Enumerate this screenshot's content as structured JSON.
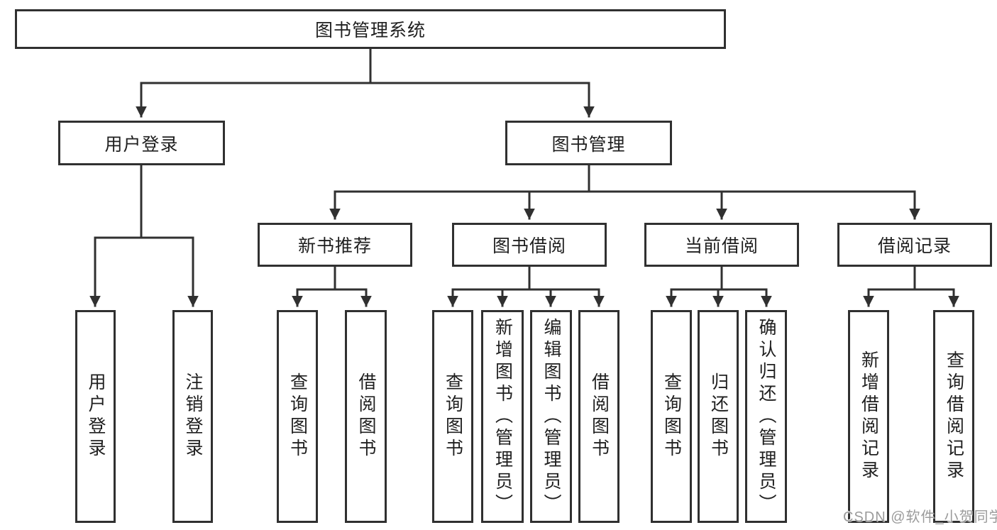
{
  "diagram": {
    "root": {
      "label": "图书管理系统"
    },
    "branches": [
      {
        "label": "用户登录",
        "children": [
          {
            "label": "用户登录"
          },
          {
            "label": "注销登录"
          }
        ]
      },
      {
        "label": "图书管理",
        "children": [
          {
            "label": "新书推荐",
            "children": [
              {
                "label": "查询图书"
              },
              {
                "label": "借阅图书"
              }
            ]
          },
          {
            "label": "图书借阅",
            "children": [
              {
                "label": "查询图书"
              },
              {
                "label": "新增图书（管理员）"
              },
              {
                "label": "编辑图书（管理员）"
              },
              {
                "label": "借阅图书"
              }
            ]
          },
          {
            "label": "当前借阅",
            "children": [
              {
                "label": "查询图书"
              },
              {
                "label": "归还图书"
              },
              {
                "label": "确认归还（管理员）"
              }
            ]
          },
          {
            "label": "借阅记录",
            "children": [
              {
                "label": "新增借阅记录"
              },
              {
                "label": "查询借阅记录"
              }
            ]
          }
        ]
      }
    ]
  },
  "watermark": {
    "text": "CSDN @软件_小贺同学"
  },
  "colors": {
    "line": "#303030",
    "box_border": "#303030",
    "box_fill": "#ffffff",
    "text": "#1f1f1f",
    "watermark": "#9b9b9b",
    "background": "#ffffff"
  }
}
